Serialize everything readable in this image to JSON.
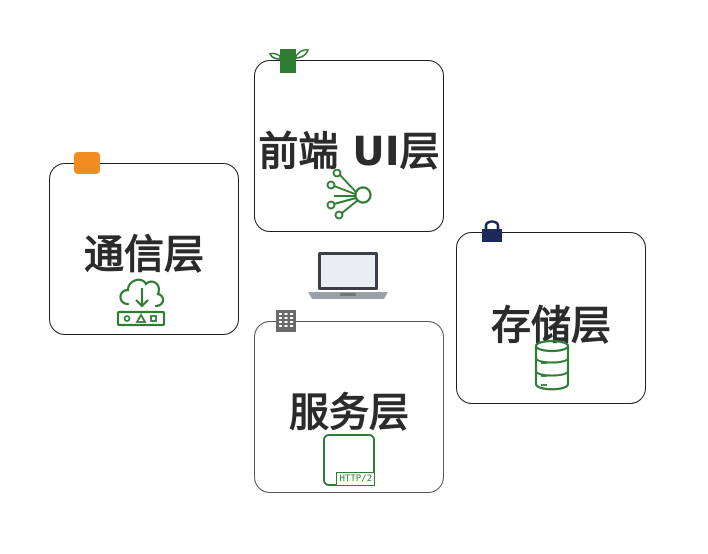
{
  "cards": {
    "comm": {
      "title": "通信层",
      "icon": "cloud-download-device-icon",
      "tab_icon": "orange-square-icon"
    },
    "frontend": {
      "title": "前端 UI层",
      "icon": "network-hub-icon",
      "tab_icon": "plant-pot-icon"
    },
    "storage": {
      "title": "存储层",
      "icon": "database-icon",
      "tab_icon": "lock-icon"
    },
    "service": {
      "title": "服务层",
      "icon": "http2-icon",
      "icon_text": "HTTP/2",
      "tab_icon": "server-building-icon"
    }
  },
  "center_icon": "laptop-icon",
  "colors": {
    "accent_green": "#2e7d32",
    "orange": "#f28c1e",
    "navy": "#1c2a5a",
    "gray": "#666666"
  }
}
